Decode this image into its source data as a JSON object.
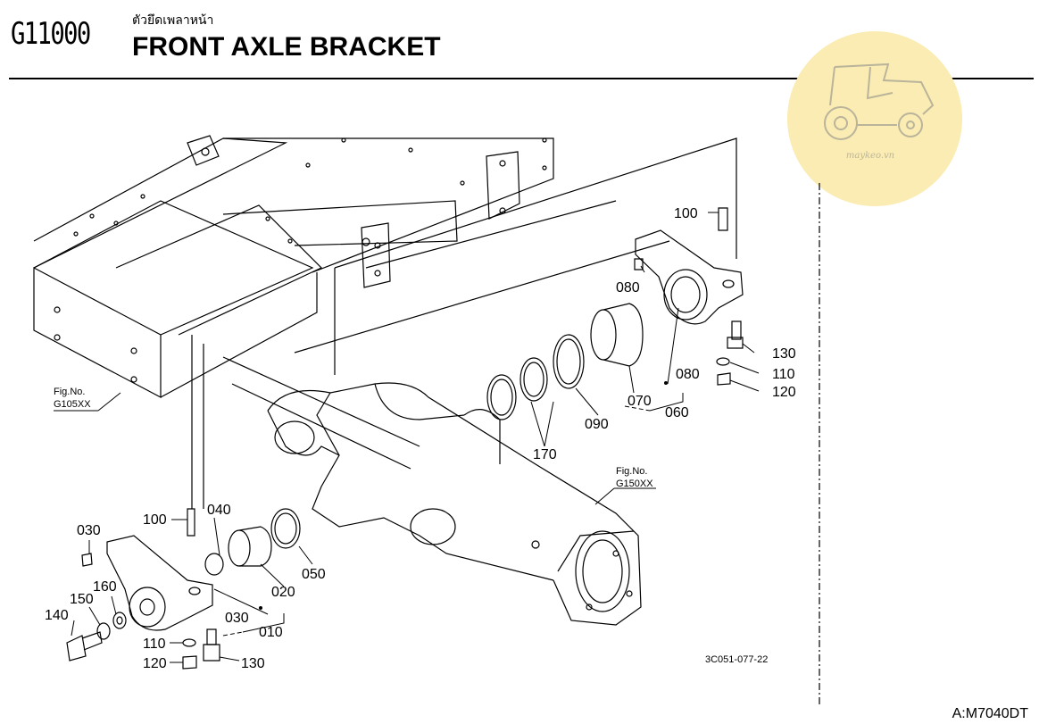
{
  "header": {
    "code": "G11000",
    "title_thai": "ตัวยึดเพลาหน้า",
    "title": "FRONT AXLE BRACKET"
  },
  "watermark": {
    "text": "maykeo.vn",
    "color": "#f7e7a8",
    "icon": "tractor-icon"
  },
  "parts": [
    {
      "key": "p100a",
      "text": "100"
    },
    {
      "key": "p080a",
      "text": "080"
    },
    {
      "key": "p130a",
      "text": "130"
    },
    {
      "key": "p110a",
      "text": "110"
    },
    {
      "key": "p120a",
      "text": "120"
    },
    {
      "key": "p080b",
      "text": "080"
    },
    {
      "key": "p070",
      "text": "070"
    },
    {
      "key": "p060",
      "text": "060"
    },
    {
      "key": "p090",
      "text": "090"
    },
    {
      "key": "p170",
      "text": "170"
    },
    {
      "key": "p100b",
      "text": "100"
    },
    {
      "key": "p040",
      "text": "040"
    },
    {
      "key": "p030a",
      "text": "030"
    },
    {
      "key": "p160",
      "text": "160"
    },
    {
      "key": "p150",
      "text": "150"
    },
    {
      "key": "p140",
      "text": "140"
    },
    {
      "key": "p020",
      "text": "020"
    },
    {
      "key": "p050",
      "text": "050"
    },
    {
      "key": "p030b",
      "text": "030"
    },
    {
      "key": "p010",
      "text": "010"
    },
    {
      "key": "p110b",
      "text": "110"
    },
    {
      "key": "p120b",
      "text": "120"
    },
    {
      "key": "p130b",
      "text": "130"
    }
  ],
  "references": {
    "g105_label": "Fig.No.",
    "g105_code": "G105XX",
    "g150_label": "Fig.No.",
    "g150_code": "G150XX"
  },
  "drawing_code": "3C051-077-22",
  "footer_code": "A:M7040DT"
}
